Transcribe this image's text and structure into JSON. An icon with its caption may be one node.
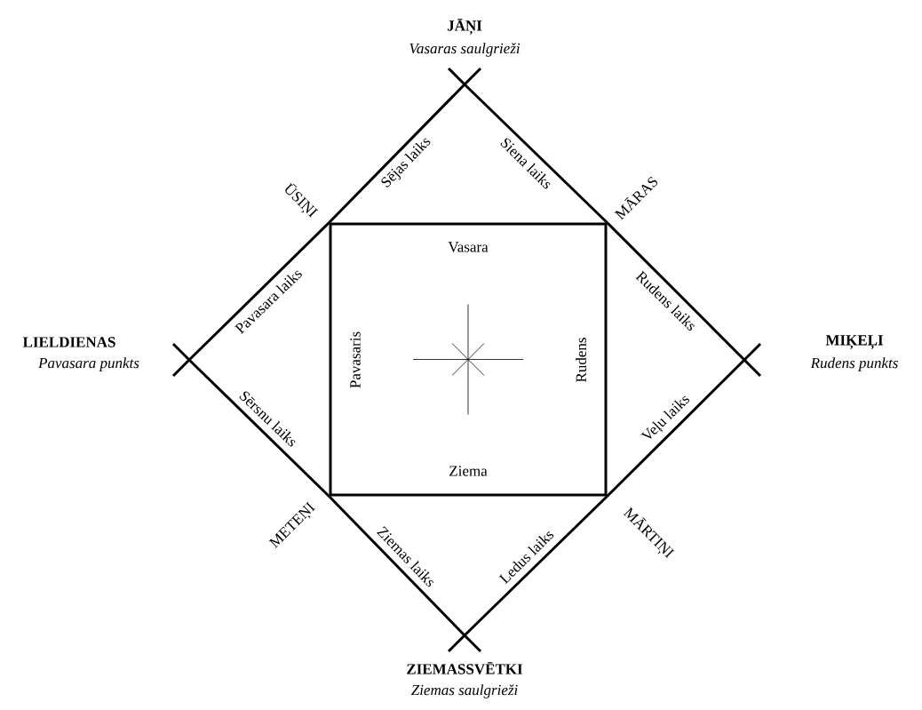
{
  "diagram": {
    "nodes": [
      {
        "text": [
          "Vasara",
          "Pavasaris",
          "Rudens",
          "Ziema"
        ]
      },
      {
        "text": [],
        "shape": "cross",
        "beside": [
          "JĀŅI",
          "Vasaras saulgrieži"
        ]
      },
      {
        "text": [],
        "shape": "cross",
        "beside": [
          "LIELDIENAS",
          "Pavasara punkts"
        ]
      },
      {
        "text": [],
        "shape": "cross",
        "beside": [
          "MIĶEĻI",
          "Rudens punkts"
        ]
      },
      {
        "text": [],
        "shape": "cross",
        "beside": [
          "ZIEMASSVĒTKI",
          "Ziemas saulgrieži"
        ]
      }
    ],
    "edges": [
      {
        "from": 1,
        "to": 0,
        "arrow": "none",
        "label": "Sējas laiks"
      },
      {
        "from": 1,
        "to": 0,
        "arrow": "none",
        "label": "Siena laiks"
      },
      {
        "from": 2,
        "to": 0,
        "arrow": "none",
        "label": "Pavasara laiks"
      },
      {
        "from": 2,
        "to": 0,
        "arrow": "none",
        "label": "Sērsnu laiks"
      },
      {
        "from": 3,
        "to": 0,
        "arrow": "none",
        "label": "Rudens laiks"
      },
      {
        "from": 3,
        "to": 0,
        "arrow": "none",
        "label": "Veļu laiks"
      },
      {
        "from": 4,
        "to": 0,
        "arrow": "none",
        "label": "Ziemas laiks"
      },
      {
        "from": 4,
        "to": 0,
        "arrow": "none",
        "label": "Ledus laiks"
      }
    ],
    "labels": [
      "ŪSIŅI",
      "MĀRAS",
      "METEŅI",
      "MĀRTIŅI"
    ]
  }
}
